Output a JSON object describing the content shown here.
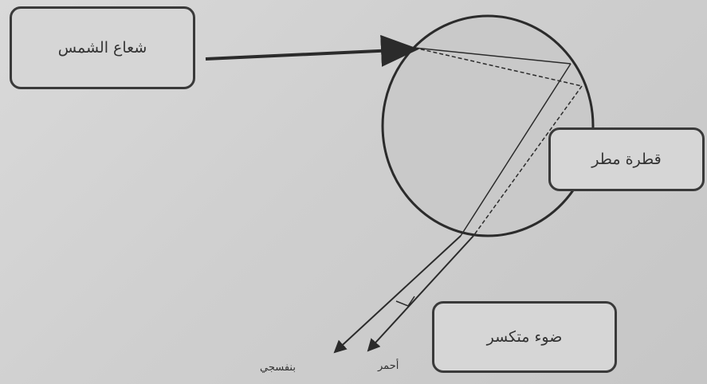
{
  "labels": {
    "sun_ray": "شعاع الشمس",
    "raindrop": "قطرة مطر",
    "dispersed_light": "ضوء متكسر",
    "violet": "بنفسجي",
    "red": "أحمر"
  },
  "colors": {
    "background": "#d3d3d3",
    "ink": "#2b2b2b"
  }
}
